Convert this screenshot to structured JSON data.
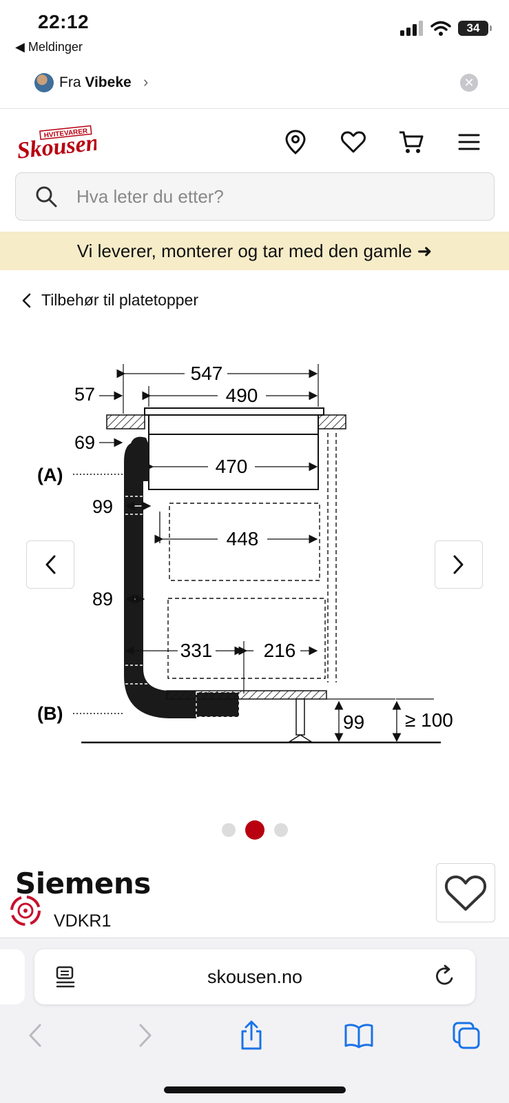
{
  "status": {
    "time": "22:12",
    "back_app": "◀ Meldinger",
    "battery": "34"
  },
  "shared": {
    "prefix": "Fra ",
    "name": "Vibeke"
  },
  "logo": {
    "top": "HVITEVARER",
    "main": "Skousen"
  },
  "search": {
    "placeholder": "Hva leter du etter?"
  },
  "promo": {
    "text": "Vi leverer, monterer og tar med den gamle ➜"
  },
  "breadcrumb": {
    "label": "Tilbehør til platetopper"
  },
  "drawing": {
    "dims": {
      "d547": "547",
      "d490": "490",
      "d57": "57",
      "d69": "69",
      "d470": "470",
      "d99a": "99",
      "d448": "448",
      "d89": "89",
      "d331": "331",
      "d216": "216",
      "d99b": "99",
      "d100": "≥ 100"
    },
    "label_a": "(A)",
    "label_b": "(B)"
  },
  "carousel": {
    "count": 3,
    "active_index": 1
  },
  "product": {
    "brand": "Siemens",
    "model": "VDKR1"
  },
  "browser": {
    "url": "skousen.no"
  },
  "colors": {
    "brand_red": "#b80010",
    "promo_bg": "#f7ecc8",
    "ios_blue": "#1a73e8"
  }
}
